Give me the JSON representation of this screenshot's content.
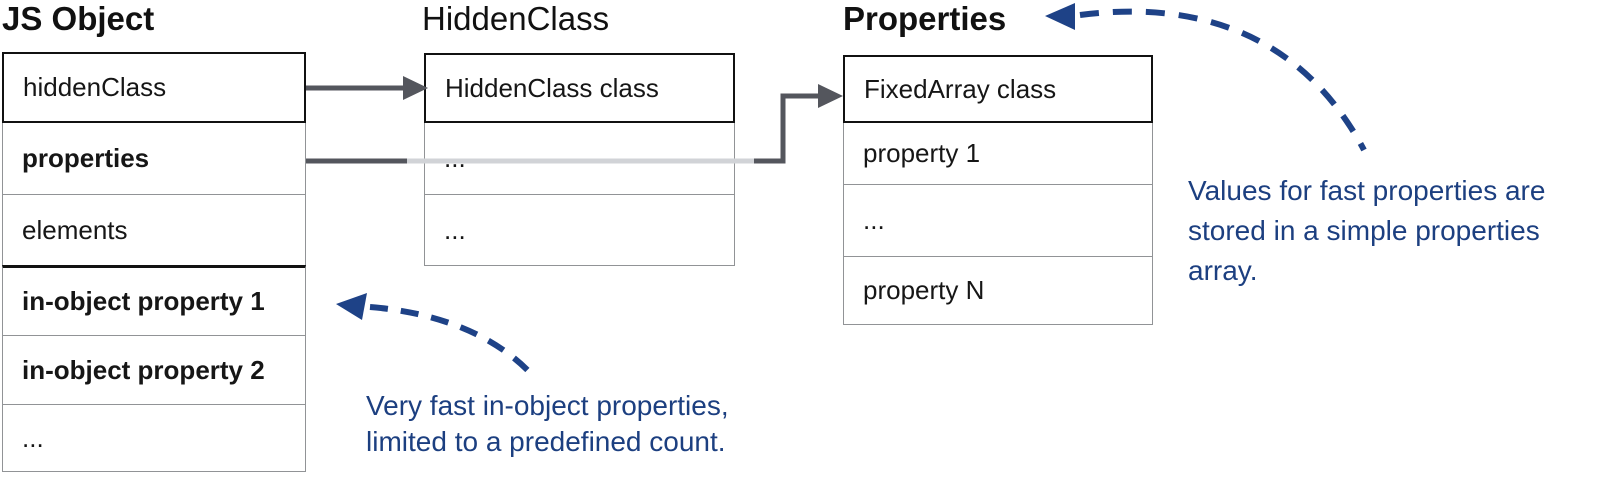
{
  "colors": {
    "arrow_dark": "#54565d",
    "arrow_light": "#d1d3d7",
    "annotation_blue": "#1e4287",
    "border_black": "#111111",
    "border_gray": "#919396"
  },
  "tables": [
    {
      "title": "JS Object",
      "rows": [
        {
          "label": "hiddenClass"
        },
        {
          "label": "properties"
        },
        {
          "label": "elements"
        },
        {
          "label": "in-object property 1"
        },
        {
          "label": "in-object property 2"
        },
        {
          "label": "..."
        }
      ]
    },
    {
      "title": "HiddenClass",
      "rows": [
        {
          "label": "HiddenClass class"
        },
        {
          "label": "..."
        },
        {
          "label": "..."
        }
      ]
    },
    {
      "title": "Properties",
      "rows": [
        {
          "label": "FixedArray class"
        },
        {
          "label": "property 1"
        },
        {
          "label": "..."
        },
        {
          "label": "property N"
        }
      ]
    }
  ],
  "annotations": [
    {
      "text": "Values for fast properties are stored in a simple properties array.",
      "lines": [
        "Values for fast properties are",
        "stored in a simple properties",
        "array."
      ]
    },
    {
      "text": "Very fast in-object properties, limited to a predefined count.",
      "lines": [
        "Very fast in-object properties,",
        "limited to a predefined count."
      ]
    }
  ]
}
